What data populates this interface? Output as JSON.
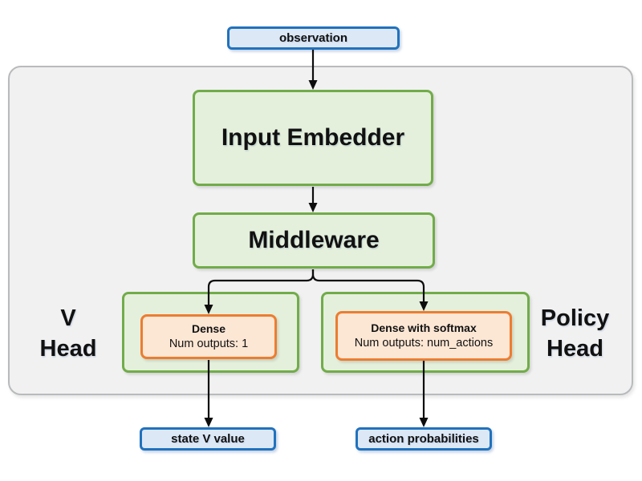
{
  "diagram": {
    "nodes": {
      "observation": {
        "label": "observation"
      },
      "input_embedder": {
        "label": "Input Embedder"
      },
      "middleware": {
        "label": "Middleware"
      },
      "v_head_label": {
        "line1": "V",
        "line2": "Head"
      },
      "policy_head_label": {
        "line1": "Policy",
        "line2": "Head"
      },
      "v_dense": {
        "title": "Dense",
        "subtitle": "Num outputs: 1"
      },
      "policy_dense": {
        "title": "Dense with softmax",
        "subtitle": "Num outputs: num_actions"
      },
      "state_v_value": {
        "label": "state V value"
      },
      "action_probabilities": {
        "label": "action probabilities"
      }
    },
    "colors": {
      "io_fill": "#dde8f6",
      "io_border": "#2172bd",
      "module_fill": "#e5f0dc",
      "module_border": "#71ac49",
      "layer_fill": "#fce6d4",
      "layer_border": "#ec7d31",
      "container_fill": "#f1f1f2",
      "container_border": "#b8babc",
      "arrow": "#0d0d0d",
      "text": "#111111"
    }
  }
}
